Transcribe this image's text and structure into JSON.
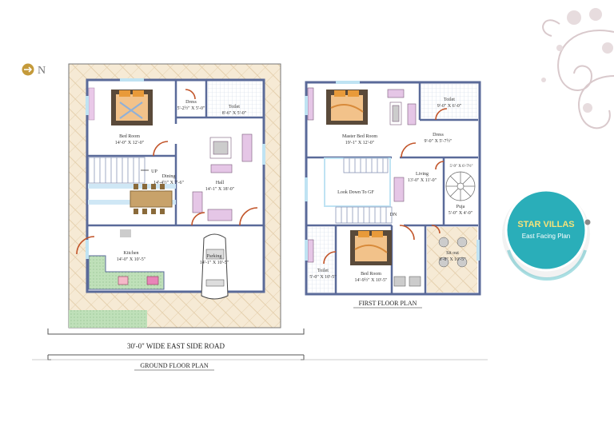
{
  "compass": {
    "letter": "N"
  },
  "brand": {
    "title": "STAR VILLAS",
    "subtitle": "East Facing Plan"
  },
  "ground_floor": {
    "caption": "GROUND FLOOR PLAN",
    "road": "30'-0\" WIDE EAST SIDE ROAD",
    "rooms": [
      {
        "name": "Bed Room",
        "size": "14'-0\" X 12'-0\""
      },
      {
        "name": "Dress",
        "size": "5'-2½\" X 5'-0\""
      },
      {
        "name": "Toilet",
        "size": "8'-6\" X 5'-0\""
      },
      {
        "name": "Dining",
        "size": "14'-4½\" X 7'-6\""
      },
      {
        "name": "Hall",
        "size": "14'-1\" X 18'-0\""
      },
      {
        "name": "Kitchen",
        "size": "14'-0\" X 10'-5\""
      },
      {
        "name": "Parking",
        "size": "14'-1\" X 10'-5\""
      }
    ],
    "up_label": "UP"
  },
  "first_floor": {
    "caption": "FIRST FLOOR PLAN",
    "rooms": [
      {
        "name": "Master Bed Room",
        "size": "19'-1\" X 12'-0\""
      },
      {
        "name": "Toilet",
        "size": "9'-0\" X 6'-0\""
      },
      {
        "name": "Dress",
        "size": "9'-0\" X 5'-7½\""
      },
      {
        "name": "Living",
        "size": "13'-0\" X 11'-0\""
      },
      {
        "name": "Puja",
        "size": "5'-0\" X 4'-0\""
      },
      {
        "name": "Bed Room",
        "size": "14'-9½\" X 10'-5\""
      },
      {
        "name": "Toilet",
        "size": "5'-0\" X 10'-5\""
      },
      {
        "name": "Sit out",
        "size": "8'-8\" X 10'-5\""
      }
    ],
    "stair_size": "5'-9\" X 6'-7½\"",
    "look_down": "Look Down To GF",
    "dn_label": "DN"
  },
  "colors": {
    "accent": "#2aaeb9",
    "wall": "#8fa0c8",
    "brick": "#f3e6cf",
    "garden": "#b9dcb6",
    "door": "#c2552a"
  }
}
